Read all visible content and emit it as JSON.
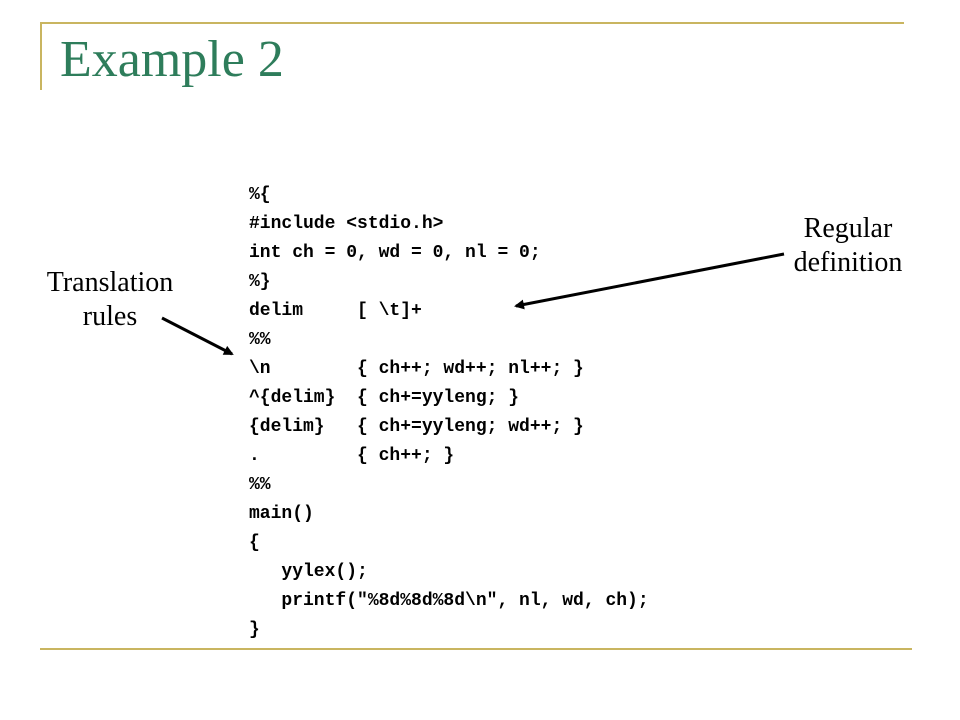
{
  "slide": {
    "title": "Example 2",
    "code_lines": [
      "%{",
      "#include <stdio.h>",
      "int ch = 0, wd = 0, nl = 0;",
      "%}",
      "delim     [ \\t]+",
      "%%",
      "\\n        { ch++; wd++; nl++; }",
      "^{delim}  { ch+=yyleng; }",
      "{delim}   { ch+=yyleng; wd++; }",
      ".         { ch++; }",
      "%%",
      "main()",
      "{",
      "   yylex();",
      "   printf(\"%8d%8d%8d\\n\", nl, wd, ch);",
      "}"
    ],
    "annotations": {
      "translation_rules": "Translation\nrules",
      "regular_definition": "Regular\ndefinition"
    },
    "colors": {
      "title": "#2e7d5b",
      "frame": "#c9b560",
      "text": "#000000"
    }
  }
}
